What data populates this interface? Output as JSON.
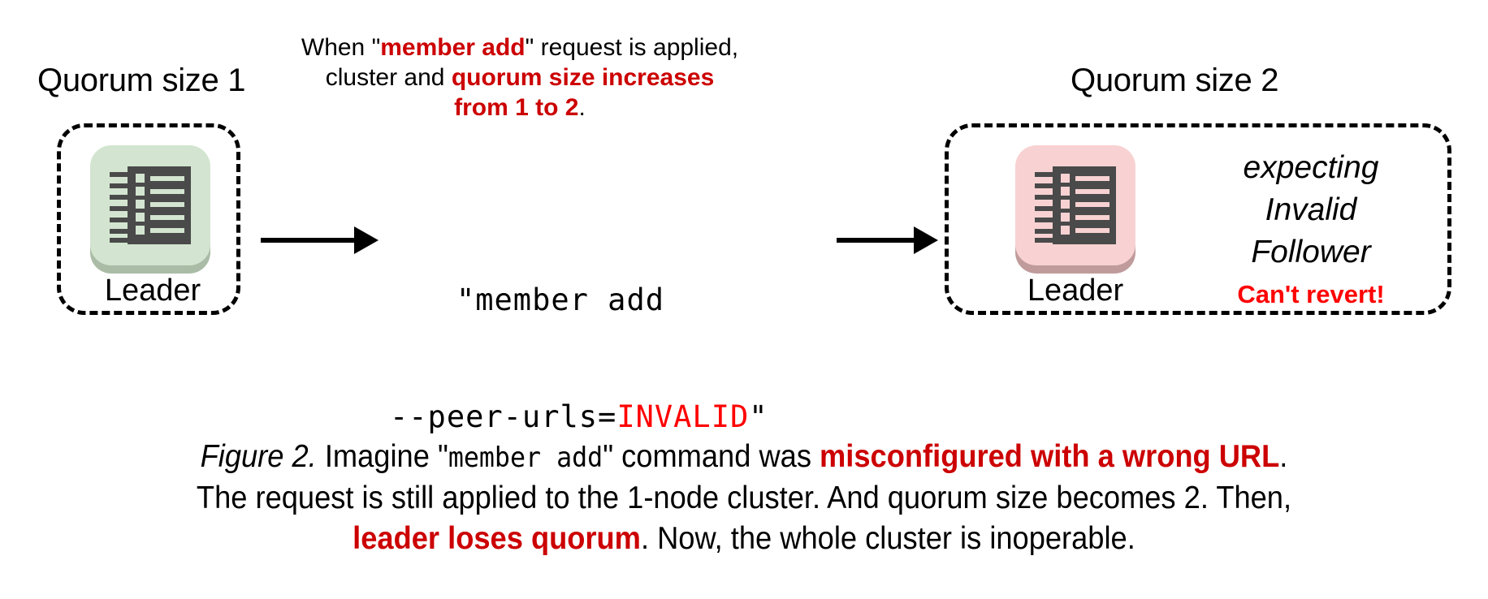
{
  "figure": {
    "left_panel": {
      "title": "Quorum size 1",
      "node_label": "Leader",
      "icon_name": "ledger-icon",
      "icon_color": "#d3e5d0",
      "icon_shadow_color": "#aabca6",
      "icon_body_color": "#4a4a4a"
    },
    "right_panel": {
      "title": "Quorum size 2",
      "node_label": "Leader",
      "icon_name": "ledger-icon",
      "icon_color": "#f8d2d2",
      "icon_shadow_color": "#c09b9b",
      "icon_body_color": "#4a4a4a",
      "expecting_line1": "expecting",
      "expecting_line2": "Invalid",
      "expecting_line3": "Follower",
      "warning": "Can't revert!"
    },
    "top_caption": {
      "l1_a": "When \"",
      "l1_b": "member add",
      "l1_c": "\" request is applied,",
      "l2_a": "cluster and ",
      "l2_b": "quorum size increases",
      "l3_a": "from 1 to 2",
      "l3_b": "."
    },
    "command": {
      "line1": "\"member add",
      "line2_prefix": "--peer-urls=",
      "line2_invalid": "INVALID",
      "line2_suffix": "\""
    },
    "arrows": {
      "left_arrow_name": "arrow-left-to-command",
      "right_arrow_name": "arrow-command-to-right"
    },
    "caption": {
      "label": "Figure 2.",
      "p1": " Imagine \"",
      "mono1": "member add",
      "p2": "\" command was ",
      "red1": "misconfigured with a wrong URL",
      "p3": ".",
      "p4": "The request is still applied to the 1-node cluster. And quorum size becomes 2. Then,",
      "red2": "leader loses quorum",
      "p5": ". Now, the whole cluster is inoperable."
    },
    "colors": {
      "highlight_red": "#cc0000",
      "pure_red": "#ff0000",
      "text_black": "#000000",
      "background": "#ffffff"
    }
  }
}
